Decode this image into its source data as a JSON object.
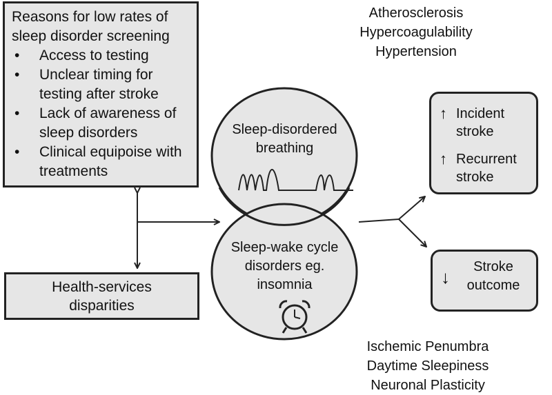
{
  "reasons_box": {
    "title": "Reasons for low rates of sleep disorder screening",
    "items": [
      "Access to testing",
      "Unclear timing for testing after stroke",
      "Lack of awareness of sleep disorders",
      "Clinical equipoise with treatments"
    ]
  },
  "health_box": {
    "label": "Health-services disparities"
  },
  "top_factors": [
    "Atherosclerosis",
    "Hypercoagulability",
    "Hypertension"
  ],
  "bottom_factors": [
    "Ischemic Penumbra",
    "Daytime Sleepiness",
    "Neuronal Plasticity"
  ],
  "upper_circle": {
    "label": "Sleep-disordered breathing",
    "icon": "breathing-waveform-icon"
  },
  "lower_circle": {
    "label": "Sleep-wake cycle disorders eg. insomnia",
    "icon": "alarm-clock-icon"
  },
  "incident_box": {
    "items": [
      {
        "arrow": "↑",
        "text": "Incident stroke"
      },
      {
        "arrow": "↑",
        "text": "Recurrent stroke"
      }
    ]
  },
  "outcome_box": {
    "arrow": "↓",
    "text": "Stroke outcome"
  },
  "colors": {
    "box_fill": "#e6e6e6",
    "stroke": "#222222"
  }
}
